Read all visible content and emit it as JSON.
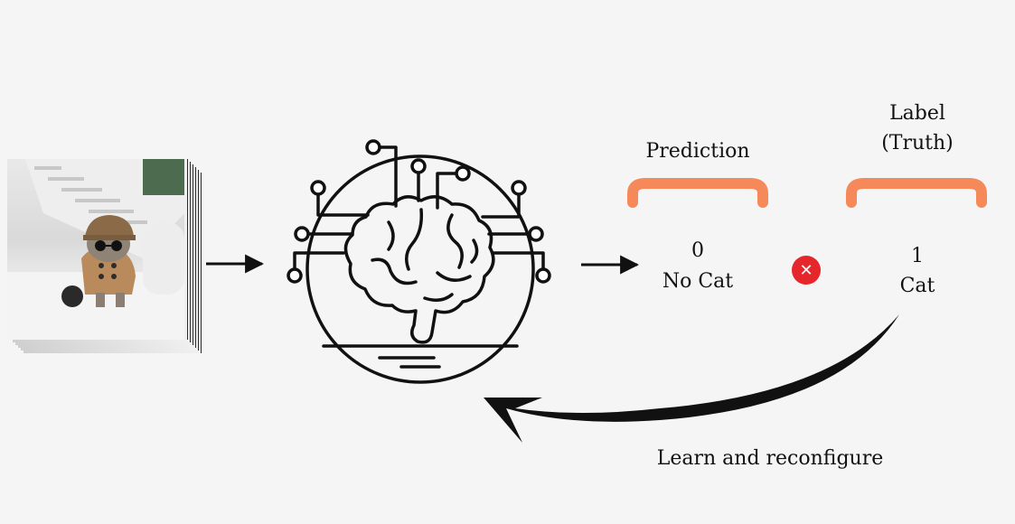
{
  "prediction": {
    "heading": "Prediction",
    "value": "0",
    "class_label": "No Cat"
  },
  "label": {
    "heading_line1": "Label",
    "heading_line2": "(Truth)",
    "value": "1",
    "class_label": "Cat"
  },
  "feedback": {
    "caption": "Learn and reconfigure"
  },
  "icons": {
    "input": "cat-photo",
    "model": "brain-circuit-icon",
    "mismatch": "x-mark-icon"
  },
  "colors": {
    "bracket": "#f6895a",
    "mismatch": "#e5262b",
    "ink": "#111111"
  }
}
